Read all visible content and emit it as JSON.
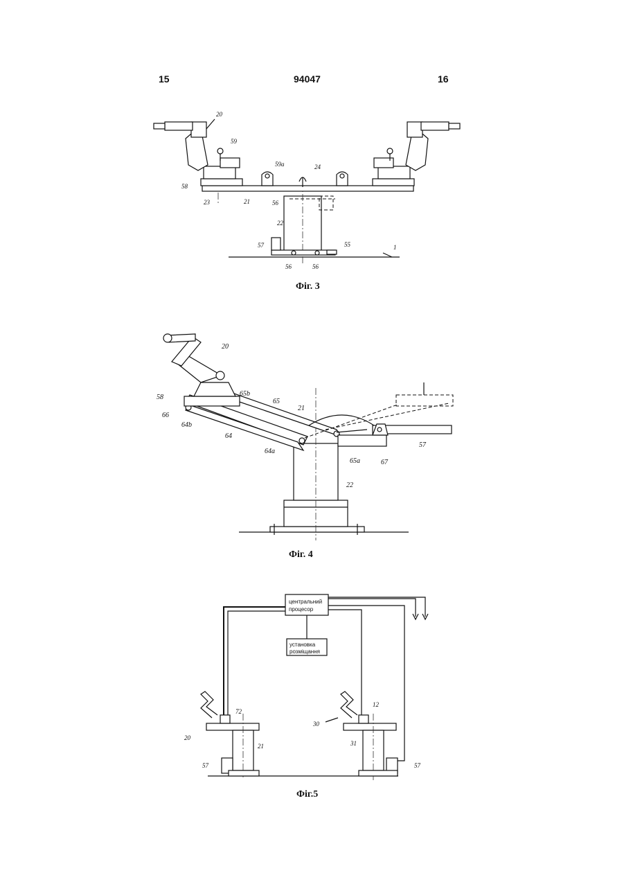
{
  "header": {
    "page_left": "15",
    "patent_number": "94047",
    "page_right": "16"
  },
  "fig3": {
    "caption": "Фіг. 3",
    "labels": {
      "l20": "20",
      "l59": "59",
      "l59a": "59a",
      "l24": "24",
      "l58": "58",
      "l23": "23",
      "l21": "21",
      "l56": "56",
      "l22": "22",
      "l57": "57",
      "l55": "55",
      "l1": "1",
      "l56b": "56",
      "l56c": "56"
    }
  },
  "fig4": {
    "caption": "Фіг. 4",
    "labels": {
      "l20": "20",
      "l58": "58",
      "l65b": "65b",
      "l65": "65",
      "l21": "21",
      "l66": "66",
      "l64b": "64b",
      "l64": "64",
      "l64a": "64a",
      "l65a": "65a",
      "l22": "22",
      "l67": "67",
      "l57": "57"
    }
  },
  "fig5": {
    "caption": "Фіг.5",
    "cpu_line1": "центральний",
    "cpu_line2": "процесор",
    "unit_line1": "установка",
    "unit_line2": "розміщання",
    "labels": {
      "l20": "20",
      "l72": "72",
      "l21": "21",
      "l57": "57",
      "l30": "30",
      "l12": "12",
      "l31": "31",
      "l57b": "57"
    }
  }
}
